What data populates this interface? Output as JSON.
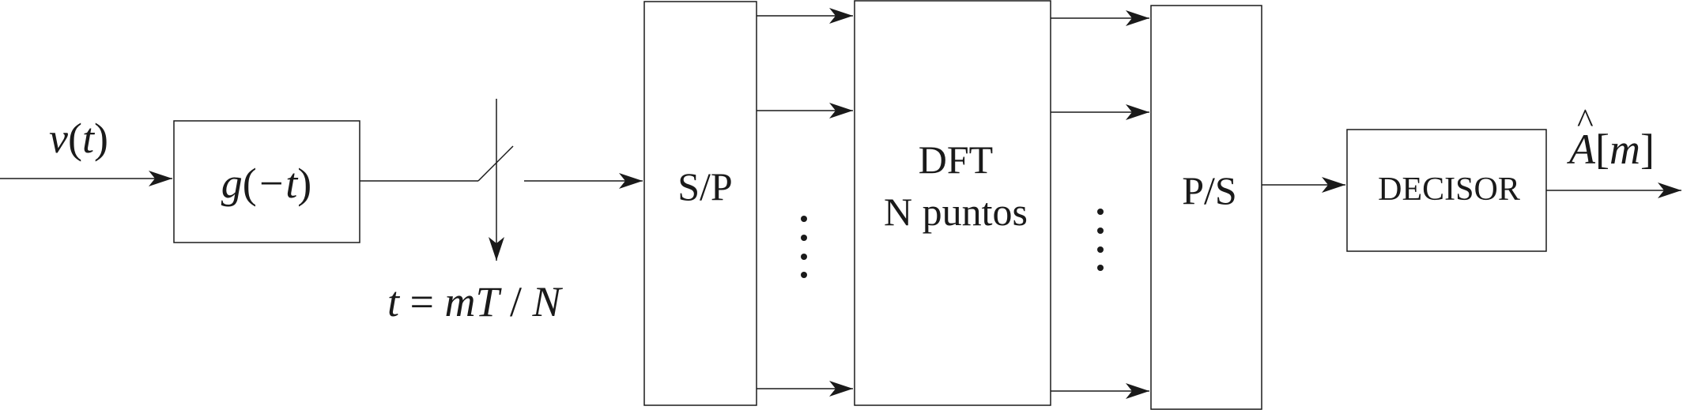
{
  "input_signal": {
    "name": "v",
    "arg": "t"
  },
  "matched_filter": {
    "name": "g",
    "arg": "−t"
  },
  "sampler": {
    "var": "t",
    "eq": " = ",
    "rhs": "mT",
    "slash": " / ",
    "n": "N"
  },
  "sp_block": {
    "label": "S/P"
  },
  "dft_block": {
    "line1": "DFT",
    "line2": "N puntos"
  },
  "ps_block": {
    "label": "P/S"
  },
  "decisor_block": {
    "label": "DECISOR"
  },
  "output_signal": {
    "hat": "^",
    "name": "A",
    "open": "[",
    "arg": "m",
    "close": "]"
  },
  "colors": {
    "line": "#1a1a1a",
    "background": "#ffffff"
  }
}
